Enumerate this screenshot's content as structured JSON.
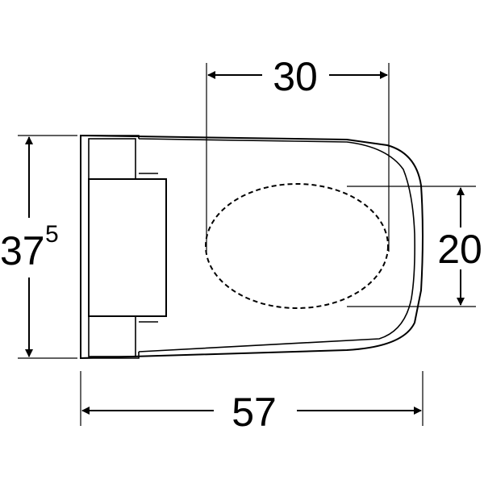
{
  "dimensions": {
    "top_width": {
      "value": "30"
    },
    "overall_height": {
      "value": "37",
      "superscript": "5"
    },
    "opening_height": {
      "value": "20"
    },
    "overall_length": {
      "value": "57"
    }
  },
  "colors": {
    "line": "#000000",
    "background": "#ffffff"
  }
}
